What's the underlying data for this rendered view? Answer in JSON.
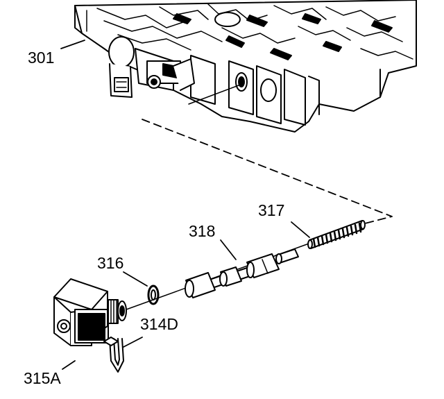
{
  "diagram": {
    "callouts": {
      "valve_body": "301",
      "solenoid": "315A",
      "seal": "316",
      "retainer_clip": "314D",
      "valve": "318",
      "spring": "317"
    },
    "colors": {
      "ink": "#000000",
      "paper": "#ffffff"
    }
  }
}
